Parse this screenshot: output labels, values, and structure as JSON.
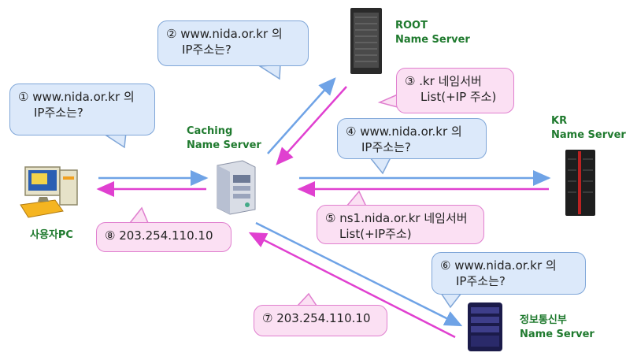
{
  "nodes": {
    "user_pc": {
      "label": "사용자PC"
    },
    "caching": {
      "label_line1": "Caching",
      "label_line2": "Name Server"
    },
    "root": {
      "label_line1": "ROOT",
      "label_line2": "Name Server"
    },
    "kr": {
      "label_line1": "KR",
      "label_line2": "Name Server"
    },
    "mic": {
      "label_line1": "정보통신부",
      "label_line2": "Name Server"
    }
  },
  "steps": [
    {
      "line1": "① www.nida.or.kr 의",
      "line2": "IP주소는?"
    },
    {
      "line1": "② www.nida.or.kr 의",
      "line2": "IP주소는?"
    },
    {
      "line1": "③ .kr 네임서버",
      "line2": "List(+IP 주소)"
    },
    {
      "line1": "④ www.nida.or.kr 의",
      "line2": "IP주소는?"
    },
    {
      "line1": "⑤ ns1.nida.or.kr 네임서버",
      "line2": "List(+IP주소)"
    },
    {
      "line1": "⑥ www.nida.or.kr 의",
      "line2": "IP주소는?"
    },
    {
      "line1": "⑦ 203.254.110.10",
      "line2": ""
    },
    {
      "line1": "⑧ 203.254.110.10",
      "line2": ""
    }
  ],
  "colors": {
    "request": "#6fa3e6",
    "response": "#e040d0",
    "label": "#1f7a2e"
  }
}
